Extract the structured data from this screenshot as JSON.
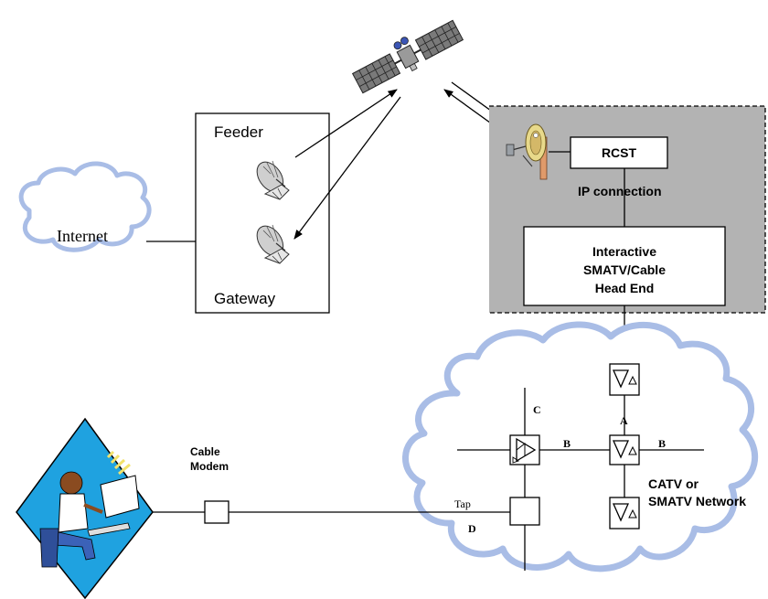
{
  "labels": {
    "feeder": "Feeder",
    "gateway": "Gateway",
    "internet": "Internet",
    "rcst": "RCST",
    "ip_connection": "IP connection",
    "head_end_1": "Interactive",
    "head_end_2": "SMATV/Cable",
    "head_end_3": "Head End",
    "cable_modem_1": "Cable",
    "cable_modem_2": "Modem",
    "catv_1": "CATV or",
    "catv_2": "SMATV Network",
    "tap": "Tap",
    "line_a": "A",
    "line_b_left": "B",
    "line_b_right": "B",
    "line_c": "C",
    "line_d": "D"
  },
  "colors": {
    "cloud_fill": "#ffffff",
    "cloud_stroke": "#a9bde6",
    "rcst_area": "#b3b3b3",
    "line": "#000000",
    "person_bg": "#1fa2e0"
  }
}
